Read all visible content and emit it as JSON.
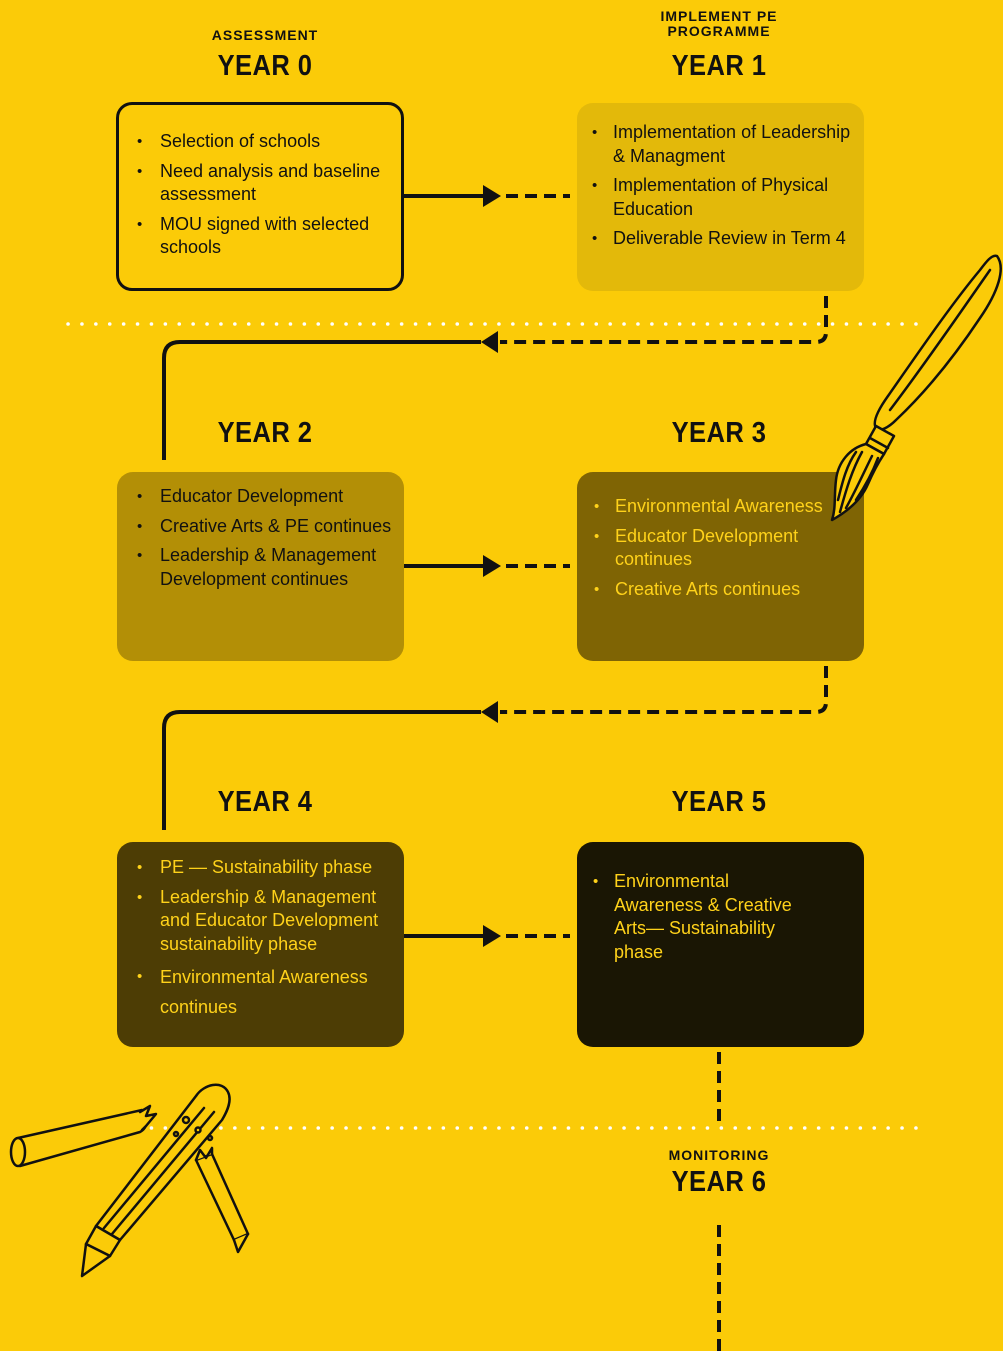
{
  "stages": [
    {
      "supertitle": "ASSESSMENT",
      "title": "YEAR 0",
      "items": [
        "Selection of schools",
        "Need analysis and baseline assessment",
        "MOU signed with selected schools"
      ]
    },
    {
      "supertitle": "IMPLEMENT PE PROGRAMME",
      "title": "YEAR 1",
      "items": [
        "Implementation of Leadership & Managment",
        "Implementation of Physical Education",
        "Deliverable Review in Term 4"
      ]
    },
    {
      "supertitle": "",
      "title": "YEAR 2",
      "items": [
        "Educator Development",
        "Creative Arts & PE continues",
        "Leadership & Management Development continues"
      ]
    },
    {
      "supertitle": "",
      "title": "YEAR 3",
      "items": [
        "Environmental Awareness",
        "Educator Development continues",
        "Creative Arts continues"
      ]
    },
    {
      "supertitle": "",
      "title": "YEAR 4",
      "items": [
        "PE — Sustainability phase",
        "Leadership & Management and Educator Development sustainability phase",
        "Environmental Awareness continues"
      ]
    },
    {
      "supertitle": "",
      "title": "YEAR 5",
      "items": [
        "Environmental Awareness & Creative Arts— Sustainability phase"
      ]
    },
    {
      "supertitle": "MONITORING",
      "title": "YEAR 6",
      "items": []
    }
  ],
  "colors": {
    "background": "#FBCB08",
    "ink": "#111111",
    "year0_box": "#FBCB08",
    "year1_box": "#E3B90A",
    "year2_box": "#B38F06",
    "year3_box": "#7F6404",
    "year4_box": "#4D3D05",
    "year5_box": "#1A1604",
    "light_text": "#FFD21A"
  },
  "icons": [
    "paintbrush-illustration",
    "broken-crayon-illustration"
  ]
}
